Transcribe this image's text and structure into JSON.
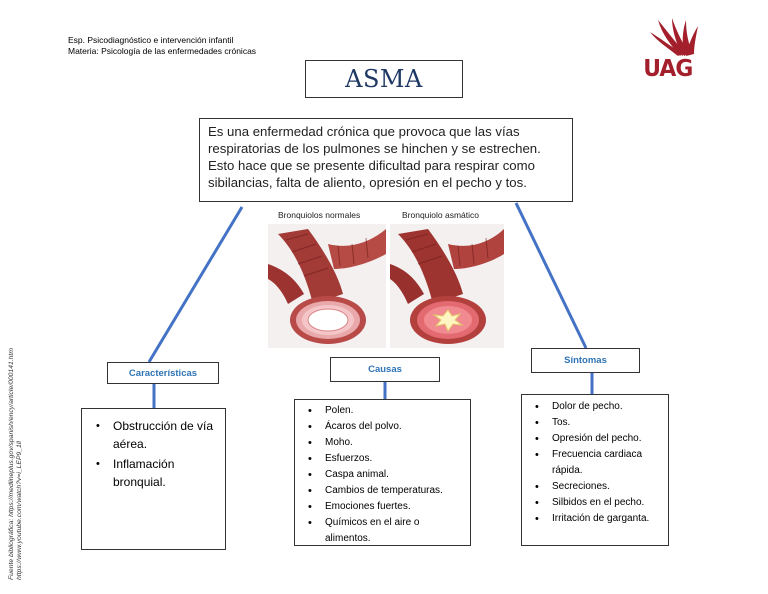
{
  "header": {
    "line1": "Esp. Psicodiagnóstico e intervención infantil",
    "line2": "Materia: Psicología de las enfermedades crónicas"
  },
  "logo": {
    "text": "UAG",
    "colors": {
      "red": "#a31f2c",
      "dark_red": "#7a1520"
    }
  },
  "title": "ASMA",
  "definition": "Es una enfermedad crónica que provoca que las vías respiratorias de los pulmones se hinchen y se estrechen. Esto hace que se presente dificultad para respirar como sibilancias, falta de aliento, opresión en el pecho y tos.",
  "images": {
    "normal_label": "Bronquiolos normales",
    "asthmatic_label": "Bronquiolo asmático"
  },
  "branches": {
    "caracteristicas": {
      "label": "Características",
      "items": [
        "Obstrucción de vía aérea.",
        "Inflamación bronquial."
      ]
    },
    "causas": {
      "label": "Causas",
      "items": [
        "Polen.",
        "Ácaros del polvo.",
        "Moho.",
        "Esfuerzos.",
        "Caspa animal.",
        "Cambios de temperaturas.",
        "Emociones fuertes.",
        "Químicos en el aire o alimentos."
      ]
    },
    "sintomas": {
      "label": "Síntomas",
      "items": [
        "Dolor de pecho.",
        "Tos.",
        "Opresión del pecho.",
        "Frecuencia cardiaca rápida.",
        "Secreciones.",
        "Silbidos en el pecho.",
        "Irritación de garganta."
      ]
    }
  },
  "source": {
    "line1": "Fuente bibliográfica: https://medlineplus.gov/spanish/ency/article/000141.htm",
    "line2": "https://www.youtube.com/watch?v=i_LEP9_1ll"
  },
  "colors": {
    "title": "#1f3864",
    "label": "#2e74b5",
    "connector": "#4472c4"
  }
}
